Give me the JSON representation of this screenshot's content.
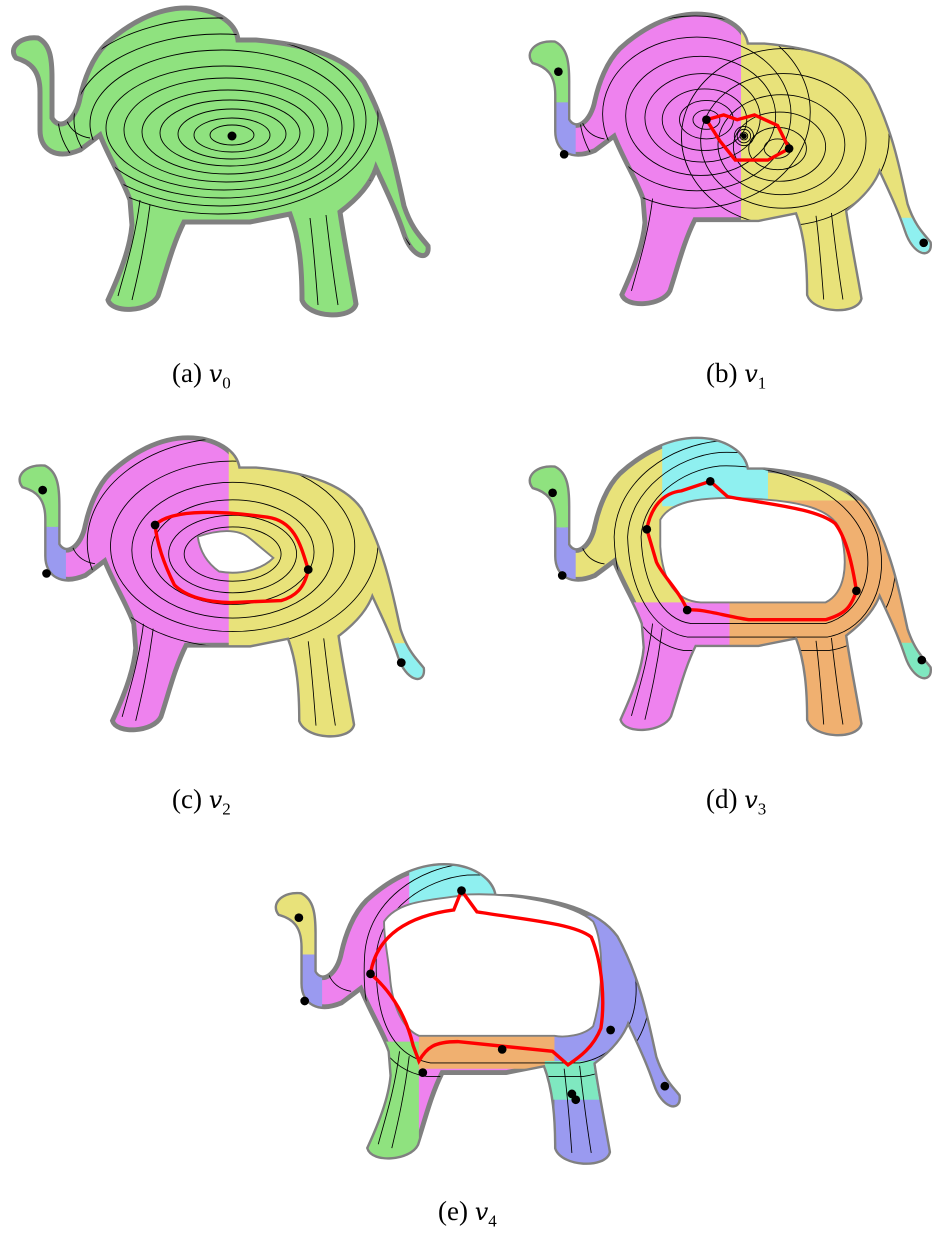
{
  "figure": {
    "panels": [
      {
        "id": "a",
        "label": "(a)",
        "var": "v",
        "sub": "0",
        "regions": [
          "#8fe27f"
        ],
        "has_loop": false
      },
      {
        "id": "b",
        "label": "(b)",
        "var": "v",
        "sub": "1",
        "regions": [
          "#ee82ee",
          "#e8e27a",
          "#8fe27f",
          "#9a9af0",
          "#8ff0f0"
        ],
        "has_loop": true
      },
      {
        "id": "c",
        "label": "(c)",
        "var": "v",
        "sub": "2",
        "regions": [
          "#ee82ee",
          "#e8e27a",
          "#8fe27f",
          "#9a9af0",
          "#8ff0f0"
        ],
        "has_loop": true
      },
      {
        "id": "d",
        "label": "(d)",
        "var": "v",
        "sub": "3",
        "regions": [
          "#e8e27a",
          "#8ff0f0",
          "#f0b070",
          "#ee82ee",
          "#8fe27f",
          "#9a9af0",
          "#7fe8c0"
        ],
        "has_loop": true
      },
      {
        "id": "e",
        "label": "(e)",
        "var": "v",
        "sub": "4",
        "regions": [
          "#ee82ee",
          "#8ff0f0",
          "#9a9af0",
          "#8fe27f",
          "#f0b070",
          "#e8e27a",
          "#7fe8c0"
        ],
        "has_loop": true
      }
    ],
    "colors": {
      "loop": "#ff0000",
      "contour": "#000000",
      "outline": "#808080",
      "point": "#000000"
    }
  }
}
